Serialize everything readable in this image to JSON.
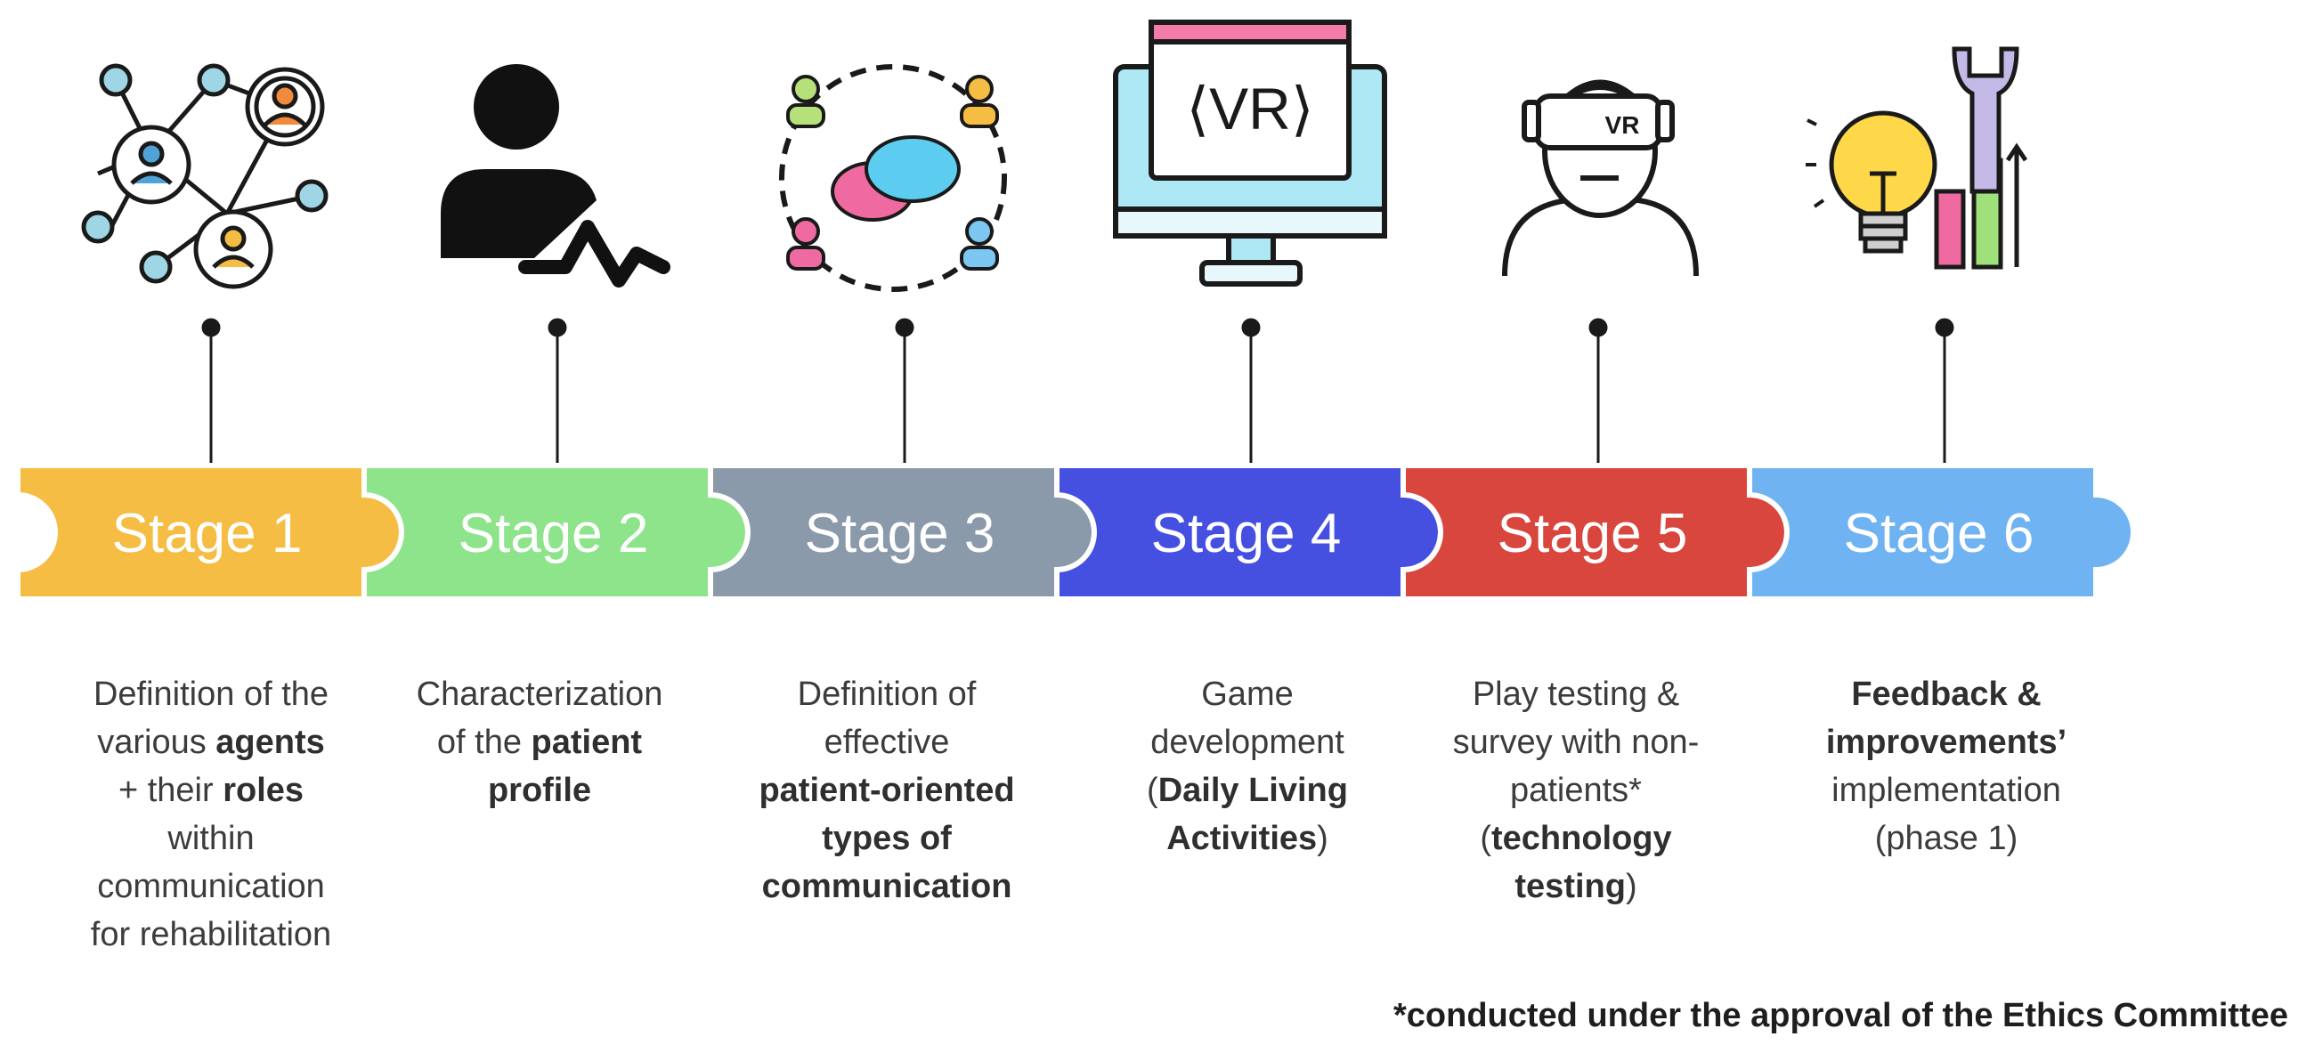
{
  "stages": [
    {
      "label": "Stage 1",
      "color": "#f5bd43",
      "icon": "network-people-icon",
      "lines": [
        [
          {
            "t": "Definition of the",
            "b": false
          }
        ],
        [
          {
            "t": "various ",
            "b": false
          },
          {
            "t": "agents",
            "b": true
          }
        ],
        [
          {
            "t": "+ their ",
            "b": false
          },
          {
            "t": "roles",
            "b": true
          }
        ],
        [
          {
            "t": "within",
            "b": false
          }
        ],
        [
          {
            "t": "communication",
            "b": false
          }
        ],
        [
          {
            "t": "for rehabilitation",
            "b": false
          }
        ]
      ]
    },
    {
      "label": "Stage 2",
      "color": "#8de48b",
      "icon": "patient-profile-icon",
      "lines": [
        [
          {
            "t": "Characterization",
            "b": false
          }
        ],
        [
          {
            "t": "of the ",
            "b": false
          },
          {
            "t": "patient",
            "b": true
          }
        ],
        [
          {
            "t": "profile",
            "b": true
          }
        ]
      ]
    },
    {
      "label": "Stage 3",
      "color": "#8a9aaa",
      "icon": "group-communication-icon",
      "lines": [
        [
          {
            "t": "Definition of",
            "b": false
          }
        ],
        [
          {
            "t": "effective",
            "b": false
          }
        ],
        [
          {
            "t": "patient-oriented",
            "b": true
          }
        ],
        [
          {
            "t": "types of",
            "b": true
          }
        ],
        [
          {
            "t": "communication",
            "b": true
          }
        ]
      ]
    },
    {
      "label": "Stage 4",
      "color": "#4650e0",
      "icon": "vr-monitor-icon",
      "icon_text": "⟨VR⟩",
      "lines": [
        [
          {
            "t": "Game",
            "b": false
          }
        ],
        [
          {
            "t": "development",
            "b": false
          }
        ],
        [
          {
            "t": "(",
            "b": false
          },
          {
            "t": "Daily Living",
            "b": true
          }
        ],
        [
          {
            "t": "Activities",
            "b": true
          },
          {
            "t": ")",
            "b": false
          }
        ]
      ]
    },
    {
      "label": "Stage 5",
      "color": "#d9463e",
      "icon": "vr-headset-user-icon",
      "icon_text": "VR",
      "lines": [
        [
          {
            "t": "Play testing &",
            "b": false
          }
        ],
        [
          {
            "t": "survey with non-",
            "b": false
          }
        ],
        [
          {
            "t": "patients*",
            "b": false
          }
        ],
        [
          {
            "t": "(",
            "b": false
          },
          {
            "t": "technology",
            "b": true
          }
        ],
        [
          {
            "t": "testing",
            "b": true
          },
          {
            "t": ")",
            "b": false
          }
        ]
      ]
    },
    {
      "label": "Stage 6",
      "color": "#6fb3f2",
      "icon": "improvement-bulb-wrench-icon",
      "lines": [
        [
          {
            "t": "Feedback &",
            "b": true
          }
        ],
        [
          {
            "t": "improvements’",
            "b": true
          }
        ],
        [
          {
            "t": "implementation",
            "b": false
          }
        ],
        [
          {
            "t": "(phase 1)",
            "b": false
          }
        ]
      ]
    }
  ],
  "footnote": "*conducted under the approval of the Ethics Committee"
}
